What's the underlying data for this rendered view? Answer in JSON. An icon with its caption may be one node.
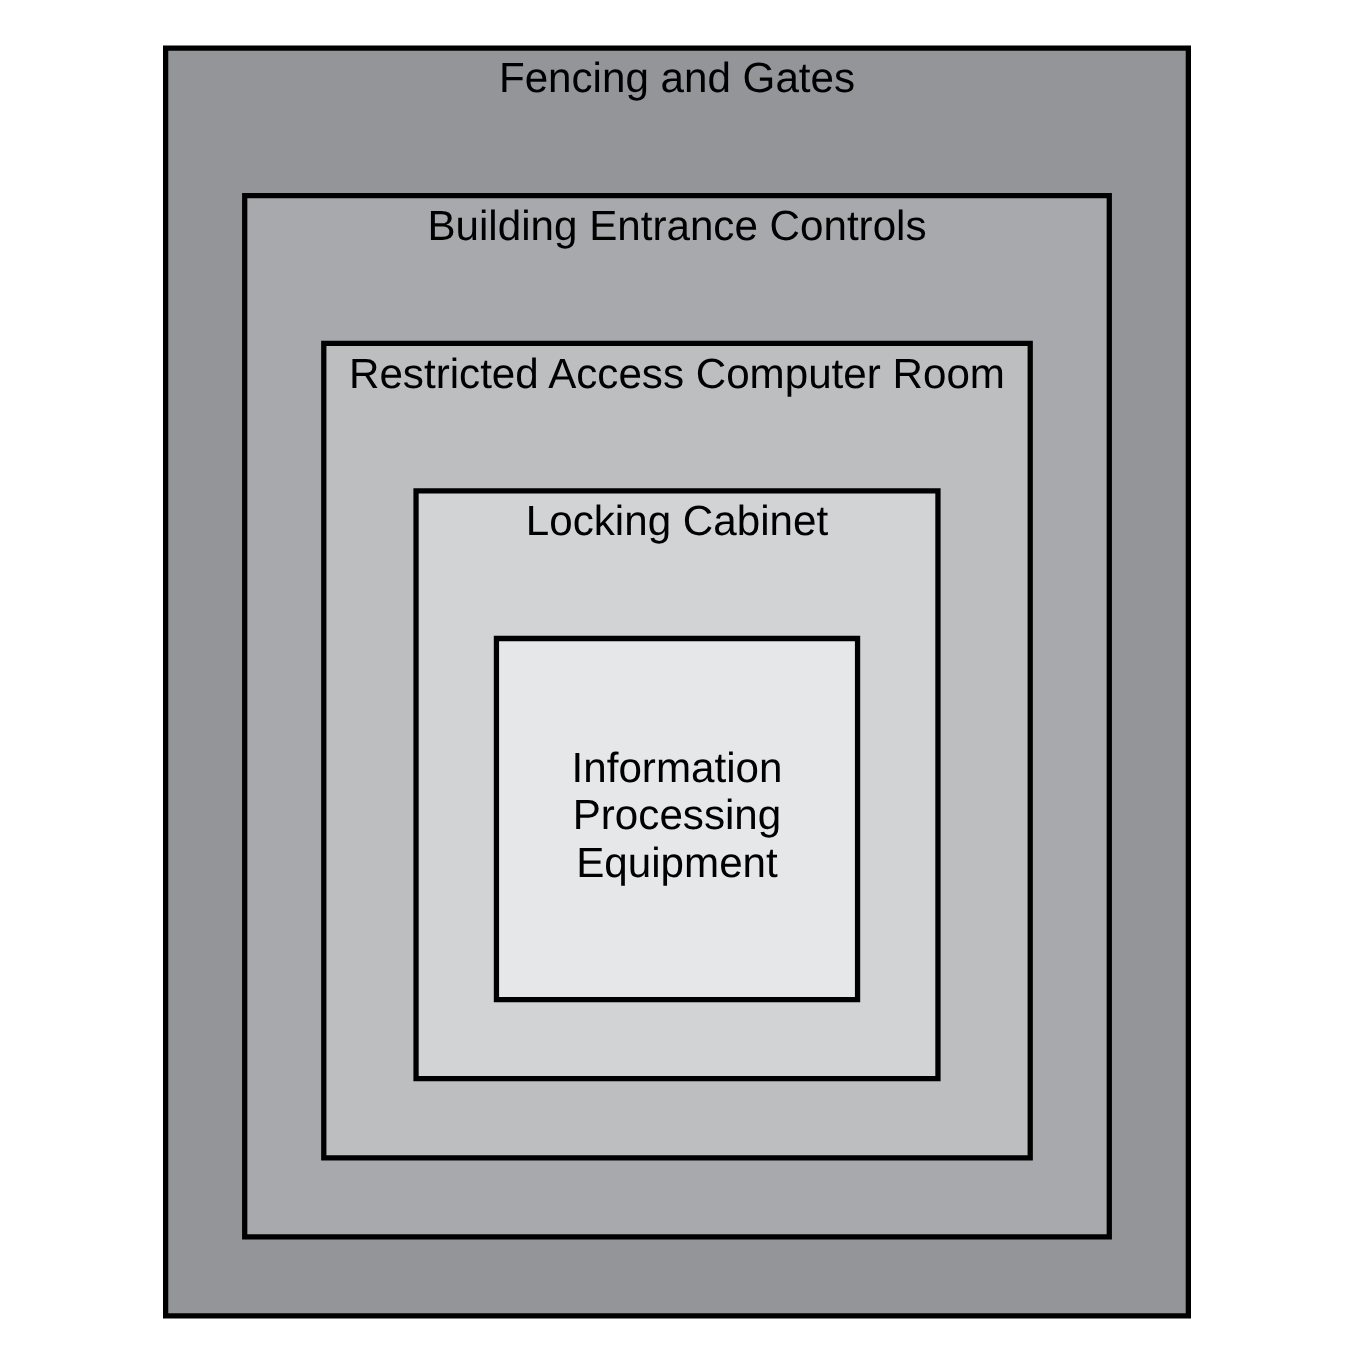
{
  "diagram": {
    "nodes": [
      {
        "text": [
          "Fencing and Gates"
        ]
      },
      {
        "text": [
          "Building Entrance Controls"
        ],
        "in": 0
      },
      {
        "text": [
          "Restricted Access Computer Room"
        ],
        "in": 1
      },
      {
        "text": [
          "Locking Cabinet"
        ],
        "in": 2
      },
      {
        "text": [
          "Information Processing Equipment"
        ],
        "in": 3
      }
    ]
  }
}
